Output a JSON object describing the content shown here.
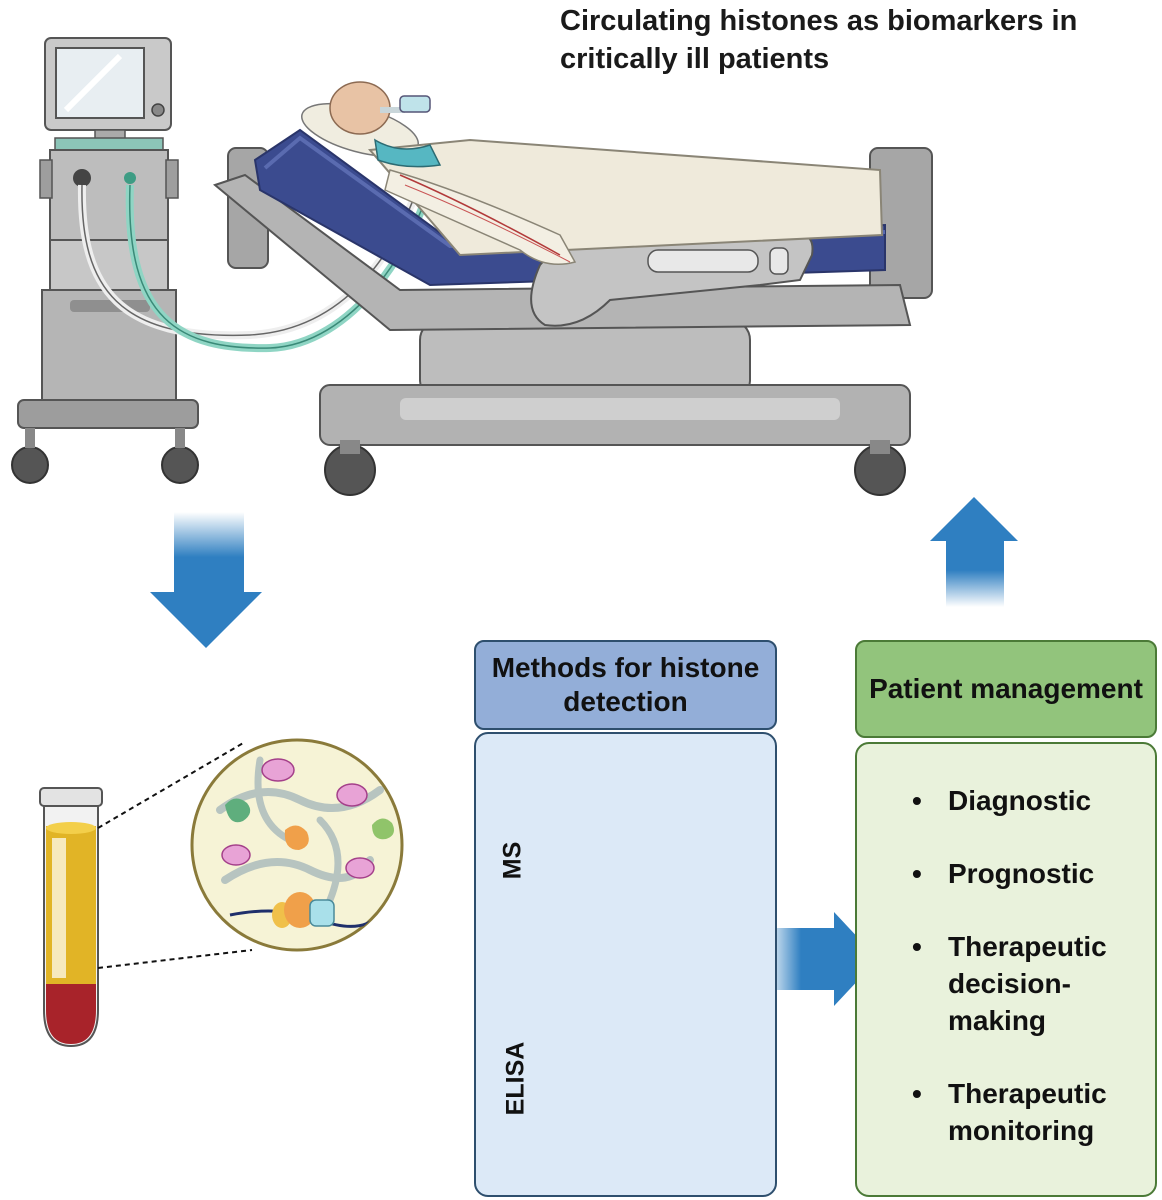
{
  "title": "Circulating histones as biomarkers in critically ill patients",
  "methods": {
    "header": "Methods for histone detection",
    "ms_label": "MS",
    "elisa_label": "ELISA"
  },
  "patient_management": {
    "header": "Patient management",
    "items": [
      "Diagnostic",
      "Prognostic",
      "Therapeutic decision-making",
      "Therapeutic monitoring"
    ]
  },
  "colors": {
    "arrow": "#2f7fc1",
    "methods_header": "#93aed8",
    "methods_body": "#dce9f7",
    "patient_header": "#92c47c",
    "patient_body": "#e9f2dc",
    "bed_mattress": "#3b4b8f",
    "bed_frame": "#a7a7a7",
    "blood": "#a8232a",
    "plasma": "#e1b426"
  },
  "icons": [
    "ventilator-icon",
    "hospital-bed-icon",
    "patient-icon",
    "blood-tube-icon",
    "histone-magnifier-icon",
    "mass-spectrometer-icon",
    "elisa-antibody-icon"
  ]
}
